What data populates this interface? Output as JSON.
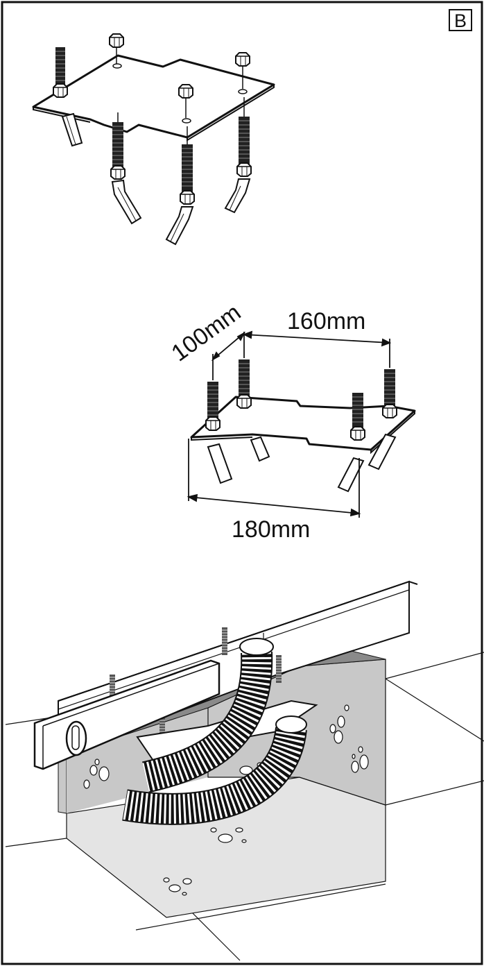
{
  "panel": {
    "label": "B"
  },
  "dimensions": {
    "depth": "100mm",
    "bolt_spacing": "160mm",
    "plate_width": "180mm"
  },
  "colors": {
    "line": "#111111",
    "wall_shade": "#c8c8c8",
    "floor_shade": "#e4e4e4",
    "cavity_dark": "#8a8a8a",
    "background": "#ffffff"
  }
}
